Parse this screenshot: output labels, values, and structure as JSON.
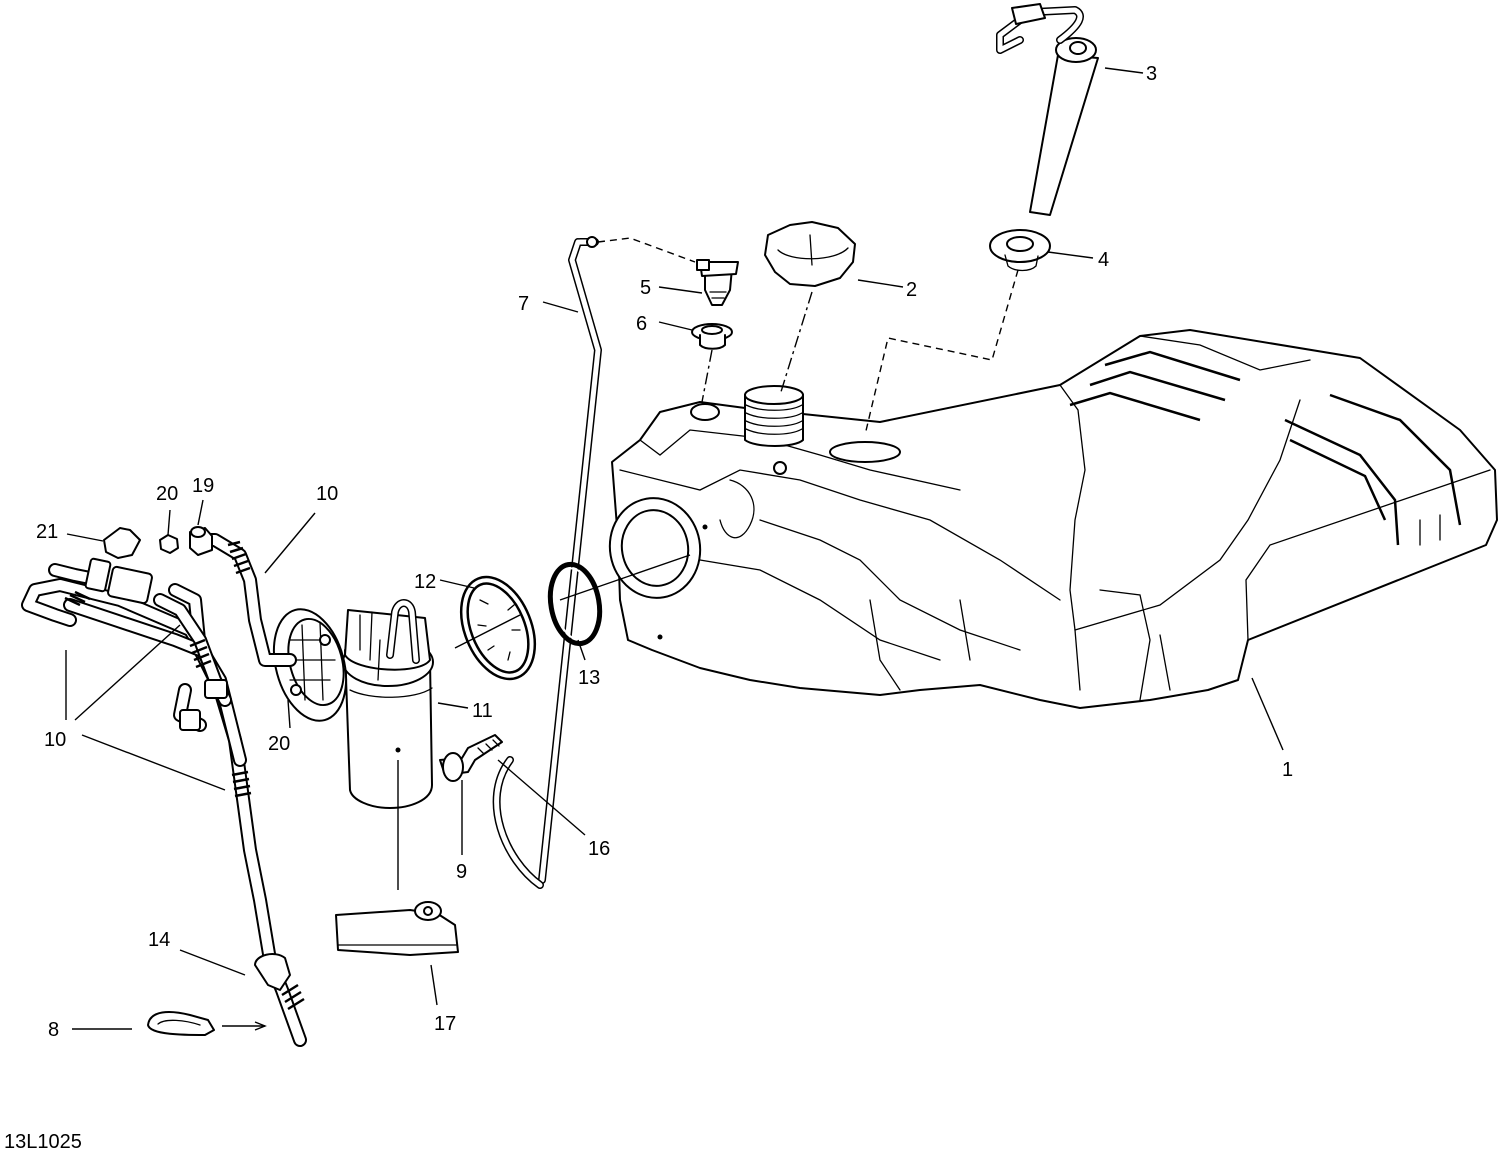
{
  "callouts": {
    "c1": "1",
    "c2": "2",
    "c3": "3",
    "c4": "4",
    "c5": "5",
    "c6": "6",
    "c7": "7",
    "c8": "8",
    "c9": "9",
    "c10a": "10",
    "c10b": "10",
    "c11": "11",
    "c12": "12",
    "c13": "13",
    "c14": "14",
    "c16": "16",
    "c17": "17",
    "c19": "19",
    "c20a": "20",
    "c20b": "20",
    "c21": "21"
  },
  "reference_code": "13L1025"
}
